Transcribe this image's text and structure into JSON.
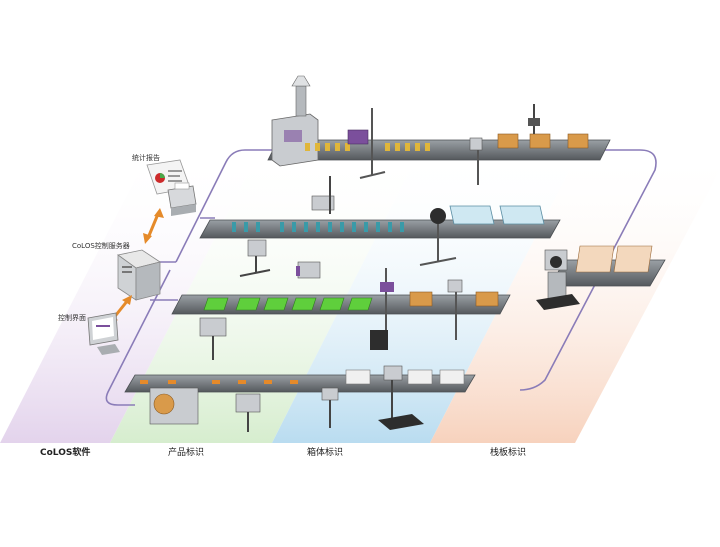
{
  "labels": {
    "stats_report": "统计报告",
    "colos_server": "CoLOS控制服务器",
    "control_ui": "控制界面"
  },
  "zones": [
    {
      "key": "software",
      "text": "CoLOS软件",
      "color": "#e6d9ee"
    },
    {
      "key": "product",
      "text": "产品标识",
      "color": "#dcefd6"
    },
    {
      "key": "case",
      "text": "箱体标识",
      "color": "#d3e7f3"
    },
    {
      "key": "pallet",
      "text": "栈板标识",
      "color": "#f8e0d2"
    }
  ],
  "colors": {
    "network_line": "#8a7cb8",
    "conveyor": "#6f7478",
    "conveyor_dark": "#4b4f53",
    "bottle": "#3a9aa8",
    "tray": "#5fcf3c",
    "carton": "#d99a4a",
    "arrow": "#e58a2a",
    "machine": "#c9ccd0",
    "accent_purple": "#7b4f9c"
  },
  "icons": [
    "report-icon",
    "server-icon",
    "monitor-icon",
    "printer-icon",
    "labeler-icon"
  ]
}
